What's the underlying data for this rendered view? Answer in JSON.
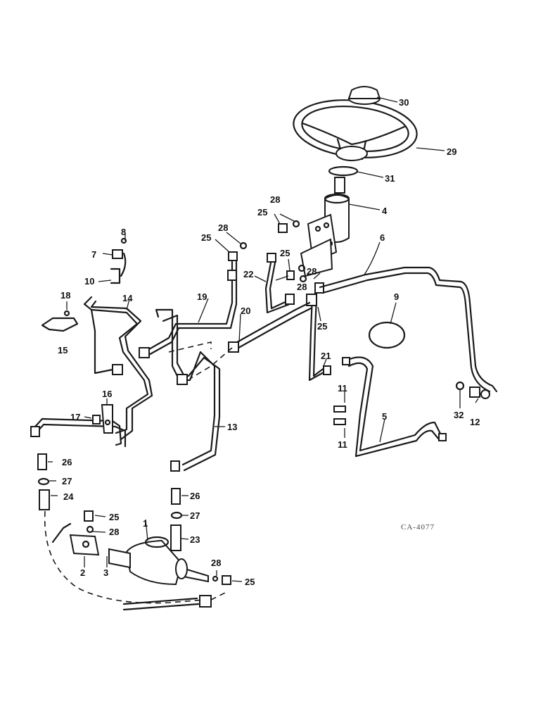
{
  "diagram": {
    "drawing_code": "CA-4077",
    "callouts": {
      "c1": "1",
      "c2": "2",
      "c3": "3",
      "c4": "4",
      "c5": "5",
      "c6": "6",
      "c7": "7",
      "c8": "8",
      "c9": "9",
      "c10": "10",
      "c11a": "11",
      "c11b": "11",
      "c12": "12",
      "c13": "13",
      "c14": "14",
      "c15": "15",
      "c16": "16",
      "c17": "17",
      "c18": "18",
      "c19": "19",
      "c20": "20",
      "c21": "21",
      "c22": "22",
      "c23": "23",
      "c24": "24",
      "c25a": "25",
      "c25b": "25",
      "c25c": "25",
      "c25d": "25",
      "c25e": "25",
      "c25f": "25",
      "c26a": "26",
      "c26b": "26",
      "c27a": "27",
      "c27b": "27",
      "c28a": "28",
      "c28b": "28",
      "c28c": "28",
      "c28d": "28",
      "c28e": "28",
      "c28f": "28",
      "c29": "29",
      "c30": "30",
      "c31": "31",
      "c32": "32"
    }
  }
}
